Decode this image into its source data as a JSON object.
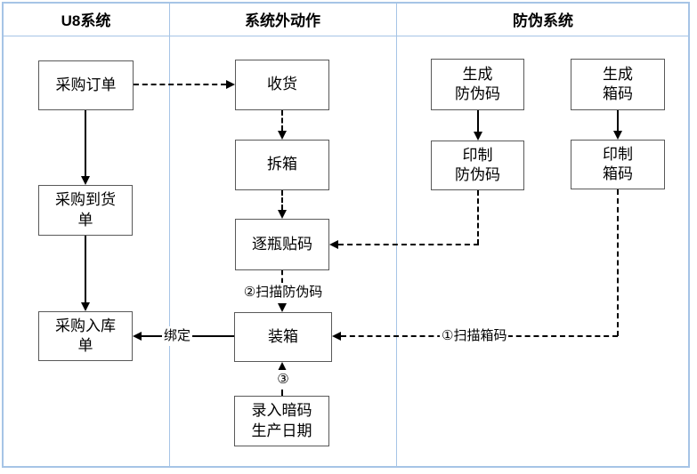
{
  "diagram": {
    "type": "swimlane-flowchart",
    "colors": {
      "lane_border": "#a6c4e6",
      "node_border": "#595959",
      "connector": "#000000",
      "background": "#ffffff",
      "text": "#000000"
    },
    "lanes": [
      {
        "id": "u8-system",
        "label": "U8系统"
      },
      {
        "id": "outside-system-actions",
        "label": "系统外动作"
      },
      {
        "id": "anti-counterfeit-system",
        "label": "防伪系统"
      }
    ],
    "nodes": {
      "purchase_order": {
        "label": "采购订单",
        "lane": "u8-system"
      },
      "purchase_arrival": {
        "label": "采购到货\n单",
        "lane": "u8-system"
      },
      "purchase_inbound": {
        "label": "采购入库\n单",
        "lane": "u8-system"
      },
      "receive_goods": {
        "label": "收货",
        "lane": "outside-system-actions"
      },
      "unbox": {
        "label": "拆箱",
        "lane": "outside-system-actions"
      },
      "label_each_bottle": {
        "label": "逐瓶贴码",
        "lane": "outside-system-actions"
      },
      "pack_box": {
        "label": "装箱",
        "lane": "outside-system-actions"
      },
      "enter_secret_code_date": {
        "label": "录入暗码\n生产日期",
        "lane": "outside-system-actions"
      },
      "gen_security_code": {
        "label": "生成\n防伪码",
        "lane": "anti-counterfeit-system"
      },
      "print_security_code": {
        "label": "印制\n防伪码",
        "lane": "anti-counterfeit-system"
      },
      "gen_box_code": {
        "label": "生成\n箱码",
        "lane": "anti-counterfeit-system"
      },
      "print_box_code": {
        "label": "印制\n箱码",
        "lane": "anti-counterfeit-system"
      }
    },
    "edge_labels": {
      "scan_security_code": "②扫描防伪码",
      "step_three": "③",
      "scan_box_code": "①扫描箱码",
      "bind": "绑定"
    }
  }
}
